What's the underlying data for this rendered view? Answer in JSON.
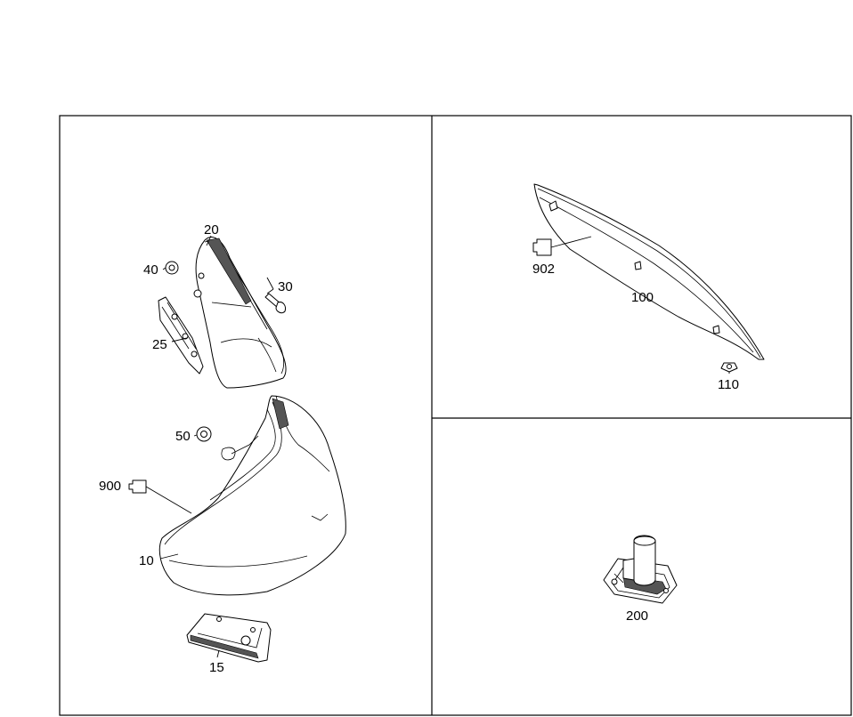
{
  "labels": {
    "p10": "10",
    "p15": "15",
    "p20": "20",
    "p25": "25",
    "p30": "30",
    "p40": "40",
    "p50": "50",
    "p900": "900",
    "p100": "100",
    "p110": "110",
    "p902": "902",
    "p200": "200"
  },
  "colors": {
    "line": "#000000",
    "background": "#ffffff",
    "shade": "#555555"
  }
}
